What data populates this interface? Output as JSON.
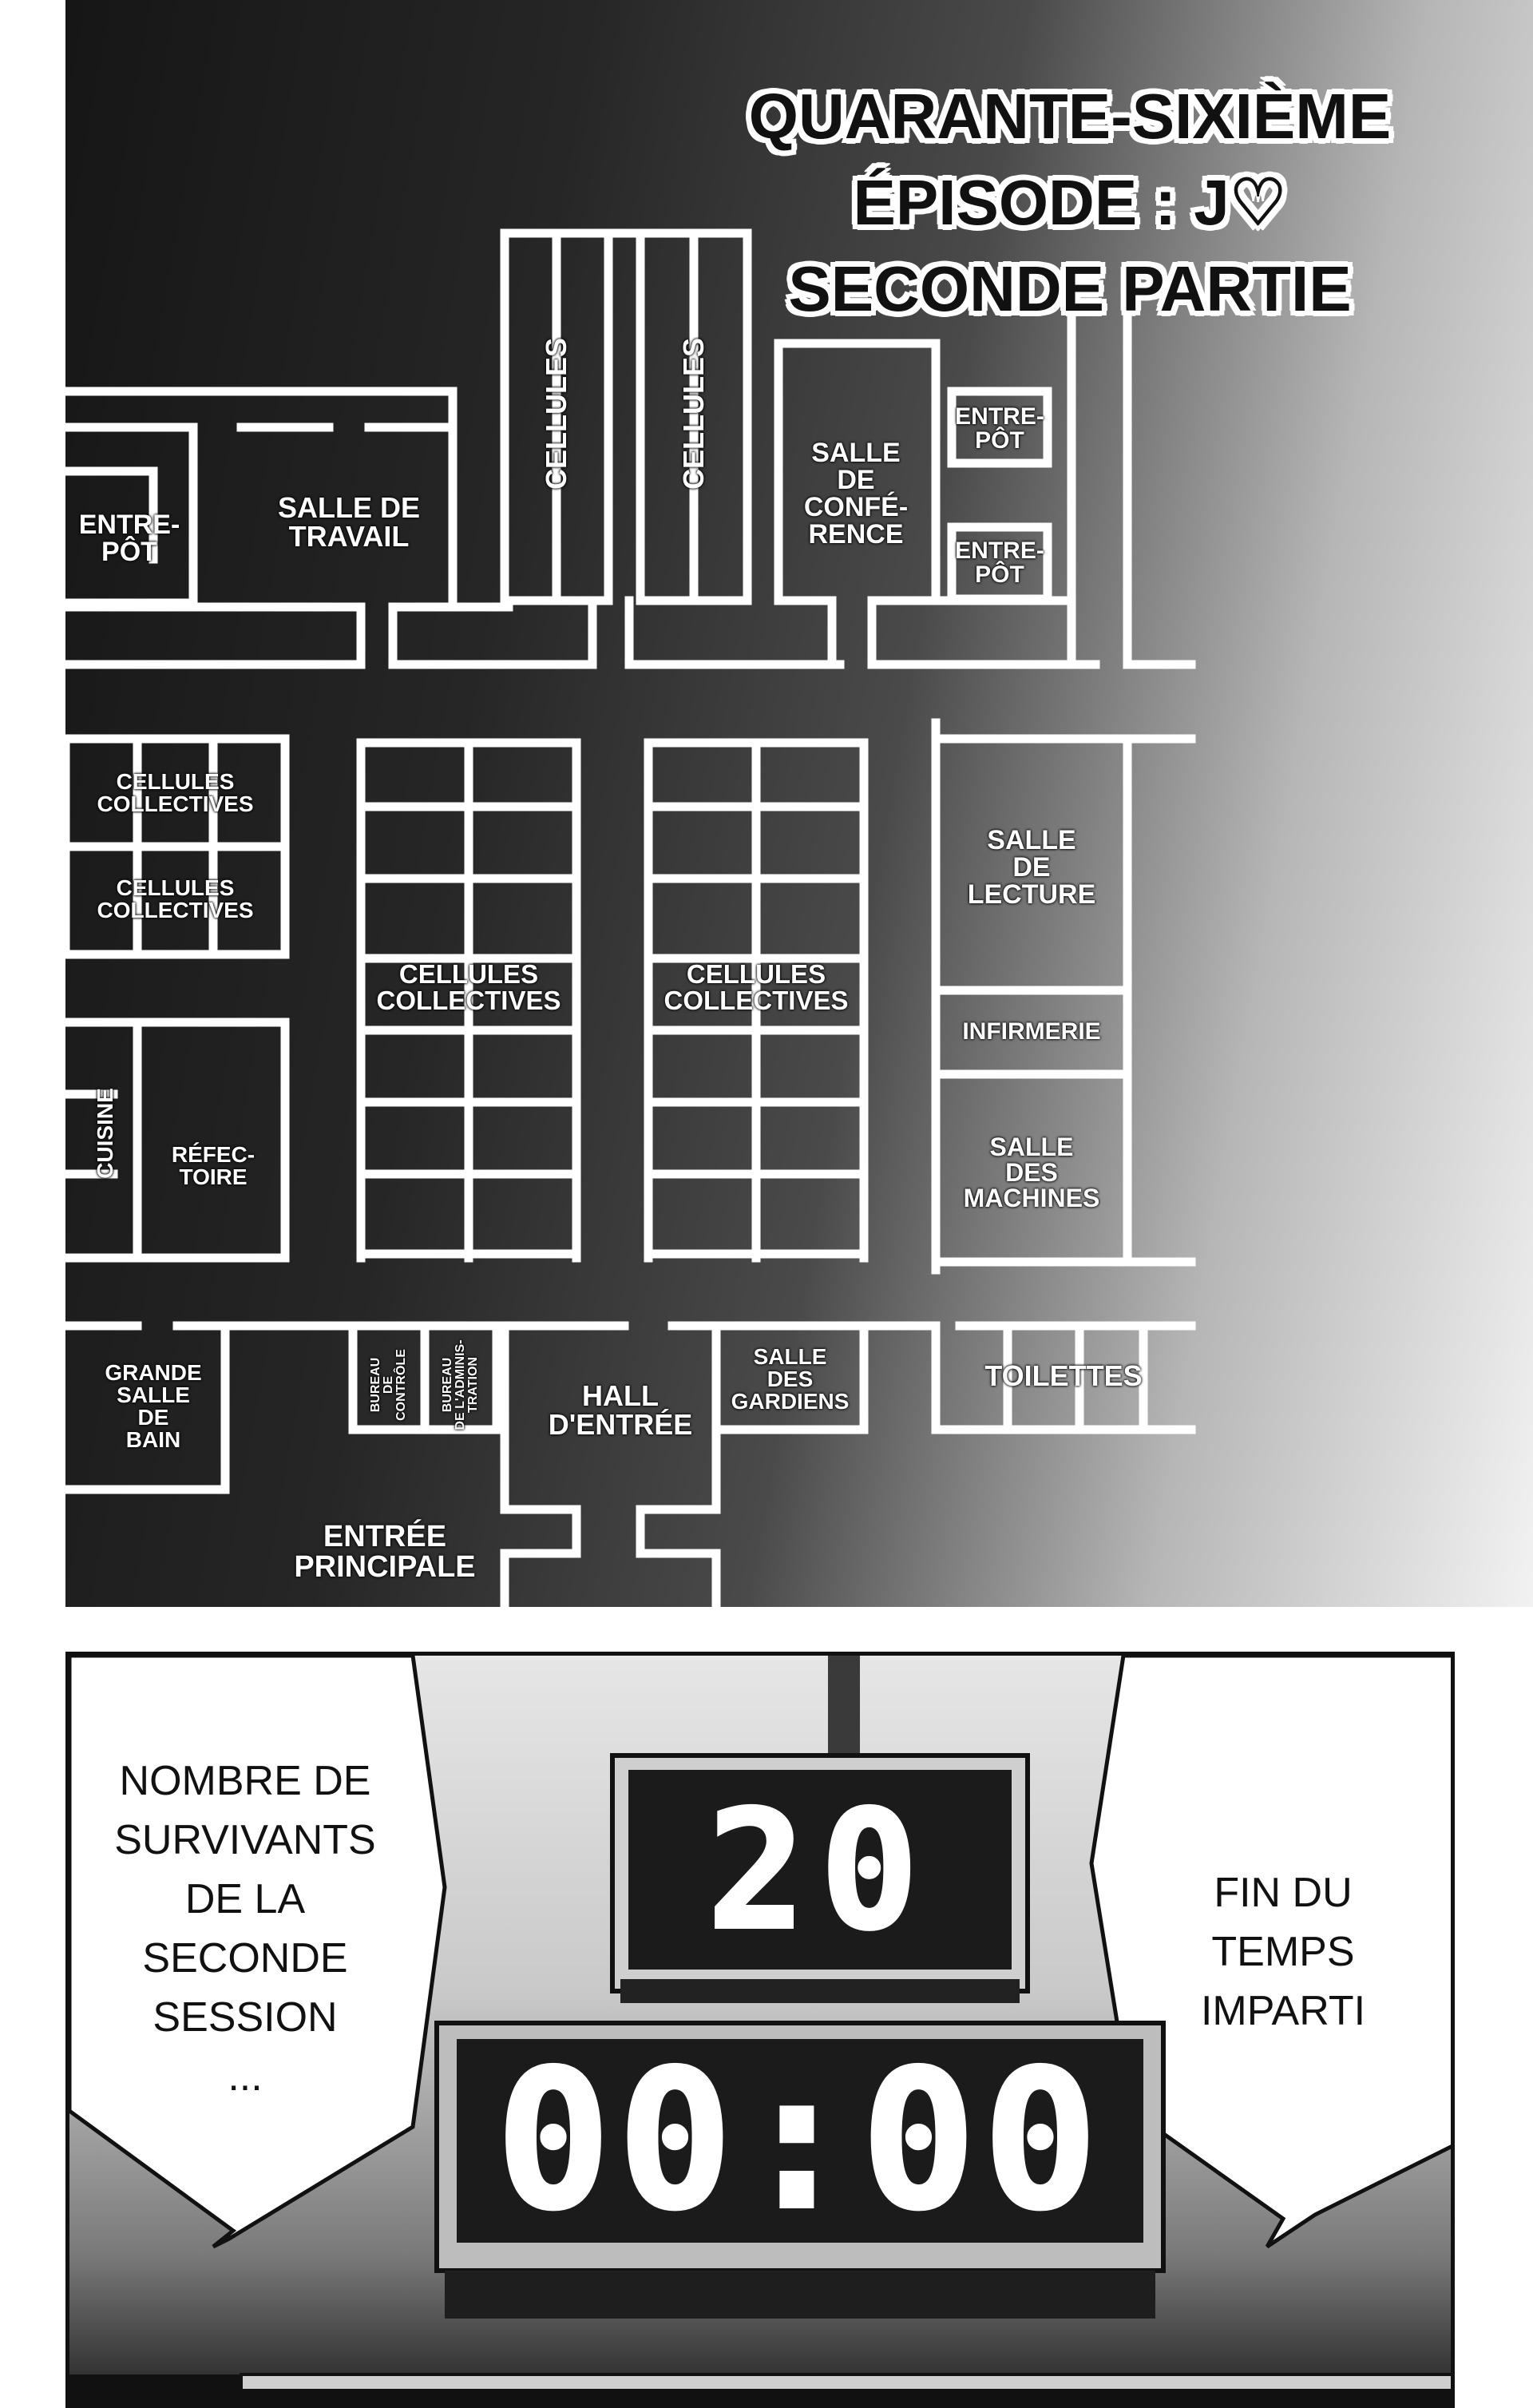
{
  "title": {
    "line1": "QUARANTE-SIXIÈME",
    "line2": "ÉPISODE : J♡",
    "line3": "SECONDE PARTIE"
  },
  "floorplan": {
    "rooms": {
      "entrepot_left": "ENTRE-\nPÔT",
      "salle_travail": "SALLE DE\nTRAVAIL",
      "cellules_a": "CELLULES",
      "cellules_b": "CELLULES",
      "salle_conference": "SALLE\nDE\nCONFÉ-\nRENCE",
      "entrepot_r1": "ENTRE-\nPÔT",
      "entrepot_r2": "ENTRE-\nPÔT",
      "cellules_collectives_1": "CELLULES\nCOLLECTIVES",
      "cellules_collectives_2": "CELLULES\nCOLLECTIVES",
      "cellules_collectives_3": "CELLULES\nCOLLECTIVES",
      "cellules_collectives_4": "CELLULES\nCOLLECTIVES",
      "salle_lecture": "SALLE\nDE\nLECTURE",
      "infirmerie": "INFIRMERIE",
      "salle_machines": "SALLE\nDES\nMACHINES",
      "cuisine": "CUISINE",
      "refectoire": "RÉFEC-\nTOIRE",
      "grande_salle_bain": "GRANDE\nSALLE\nDE\nBAIN",
      "bureau_controle": "BUREAU\nDE\nCONTRÔLE",
      "bureau_administration": "BUREAU\nDE L'ADMINIS-\nTRATION",
      "hall_entree": "HALL\nD'ENTRÉE",
      "salle_gardiens": "SALLE\nDES\nGARDIENS",
      "toilettes": "TOILETTES",
      "entree_principale": "ENTRÉE\nPRINCIPALE"
    }
  },
  "panel2": {
    "bubble_left": "NOMBRE DE\nSURVIVANTS\nDE LA\nSECONDE\nSESSION\n...",
    "bubble_right": "FIN DU\nTEMPS\nIMPARTI",
    "survivors_display": "20",
    "timer_display": "00:00"
  },
  "colors": {
    "wall": "#ffffff",
    "floor": "#2a2a2a",
    "ink": "#111111"
  }
}
